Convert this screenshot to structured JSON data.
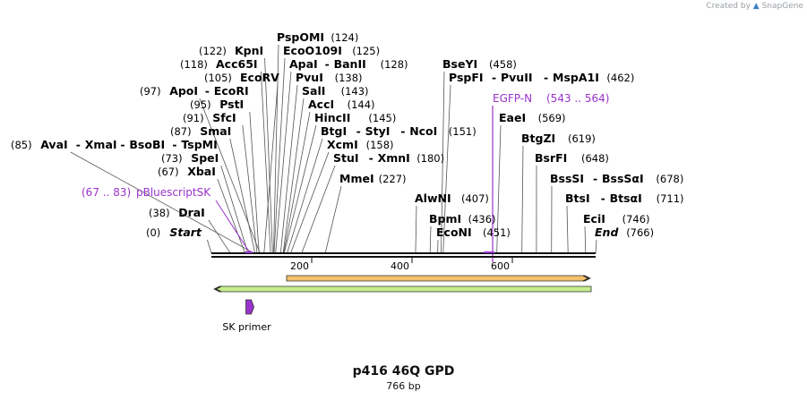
{
  "credit": {
    "prefix": "Created by",
    "app": "SnapGene"
  },
  "plasmid": {
    "name": "p416 46Q GPD",
    "length_label": "766 bp",
    "length": 766
  },
  "ruler_ticks": [
    {
      "label": "200",
      "bp": 200
    },
    {
      "label": "400",
      "bp": 400
    },
    {
      "label": "600",
      "bp": 600
    }
  ],
  "sites": [
    {
      "pos_label": "(0)",
      "names": [
        "Start"
      ],
      "bp": 0,
      "italic": true
    },
    {
      "pos_label": "(38)",
      "names": [
        "DraI"
      ],
      "bp": 38
    },
    {
      "pos_label": "(67)",
      "names": [
        "XbaI"
      ],
      "bp": 67
    },
    {
      "pos_label": "(73)",
      "names": [
        "SpeI"
      ],
      "bp": 73
    },
    {
      "pos_label": "(85)",
      "names": [
        "AvaI",
        "XmaI",
        "BsoBI",
        "TspMI"
      ],
      "bp": 85
    },
    {
      "pos_label": "(87)",
      "names": [
        "SmaI"
      ],
      "bp": 87
    },
    {
      "pos_label": "(91)",
      "names": [
        "SfcI"
      ],
      "bp": 91
    },
    {
      "pos_label": "(95)",
      "names": [
        "PstI"
      ],
      "bp": 95
    },
    {
      "pos_label": "(97)",
      "names": [
        "ApoI",
        "EcoRI"
      ],
      "bp": 97
    },
    {
      "pos_label": "(105)",
      "names": [
        "EcoRV"
      ],
      "bp": 105
    },
    {
      "pos_label": "(118)",
      "names": [
        "Acc65I"
      ],
      "bp": 118
    },
    {
      "pos_label": "(122)",
      "names": [
        "KpnI"
      ],
      "bp": 122
    },
    {
      "pos_label": "(124)",
      "names": [
        "PspOMI"
      ],
      "bp": 124
    },
    {
      "pos_label": "(125)",
      "names": [
        "EcoO109I"
      ],
      "bp": 125
    },
    {
      "pos_label": "(128)",
      "names": [
        "ApaI",
        "BanII"
      ],
      "bp": 128
    },
    {
      "pos_label": "(138)",
      "names": [
        "PvuI"
      ],
      "bp": 138
    },
    {
      "pos_label": "(143)",
      "names": [
        "SalI"
      ],
      "bp": 143
    },
    {
      "pos_label": "(144)",
      "names": [
        "AccI"
      ],
      "bp": 144
    },
    {
      "pos_label": "(145)",
      "names": [
        "HincII"
      ],
      "bp": 145
    },
    {
      "pos_label": "(151)",
      "names": [
        "BtgI",
        "StyI",
        "NcoI"
      ],
      "bp": 151
    },
    {
      "pos_label": "(158)",
      "names": [
        "XcmI"
      ],
      "bp": 158
    },
    {
      "pos_label": "(180)",
      "names": [
        "StuI",
        "XmnI"
      ],
      "bp": 180
    },
    {
      "pos_label": "(227)",
      "names": [
        "MmeI"
      ],
      "bp": 227
    },
    {
      "pos_label": "(407)",
      "names": [
        "AlwNI"
      ],
      "bp": 407
    },
    {
      "pos_label": "(436)",
      "names": [
        "BpmI"
      ],
      "bp": 436
    },
    {
      "pos_label": "(451)",
      "names": [
        "EcoNI"
      ],
      "bp": 451
    },
    {
      "pos_label": "(458)",
      "names": [
        "BseYI"
      ],
      "bp": 458
    },
    {
      "pos_label": "(462)",
      "names": [
        "PspFI",
        "PvuII",
        "MspA1I"
      ],
      "bp": 462
    },
    {
      "pos_label": "(569)",
      "names": [
        "EaeI"
      ],
      "bp": 569
    },
    {
      "pos_label": "(619)",
      "names": [
        "BtgZI"
      ],
      "bp": 619
    },
    {
      "pos_label": "(648)",
      "names": [
        "BsrFI"
      ],
      "bp": 648
    },
    {
      "pos_label": "(678)",
      "names": [
        "BssSI",
        "BssSαI"
      ],
      "bp": 678
    },
    {
      "pos_label": "(711)",
      "names": [
        "BtsI",
        "BtsαI"
      ],
      "bp": 711
    },
    {
      "pos_label": "(746)",
      "names": [
        "EciI"
      ],
      "bp": 746
    },
    {
      "pos_label": "(766)",
      "names": [
        "End"
      ],
      "bp": 766,
      "italic": true
    }
  ],
  "features_on_sequence": [
    {
      "range_label": "(67 .. 83)",
      "name": "pBluescriptSK",
      "start": 67,
      "end": 83,
      "color": "#9933cc"
    },
    {
      "range_label": "(543 .. 564)",
      "name": "EGFP-N",
      "start": 543,
      "end": 564,
      "color": "#9933cc"
    }
  ],
  "features": [
    {
      "name": "orange-feature",
      "start": 150,
      "end": 766,
      "direction": "forward",
      "color": "#f5c26b"
    },
    {
      "name": "green-feature",
      "start": 0,
      "end": 766,
      "direction": "reverse",
      "color": "#c6ec8c"
    }
  ],
  "primers": [
    {
      "name": "SK primer",
      "bp": 67,
      "direction": "forward",
      "color": "#9933cc"
    }
  ]
}
